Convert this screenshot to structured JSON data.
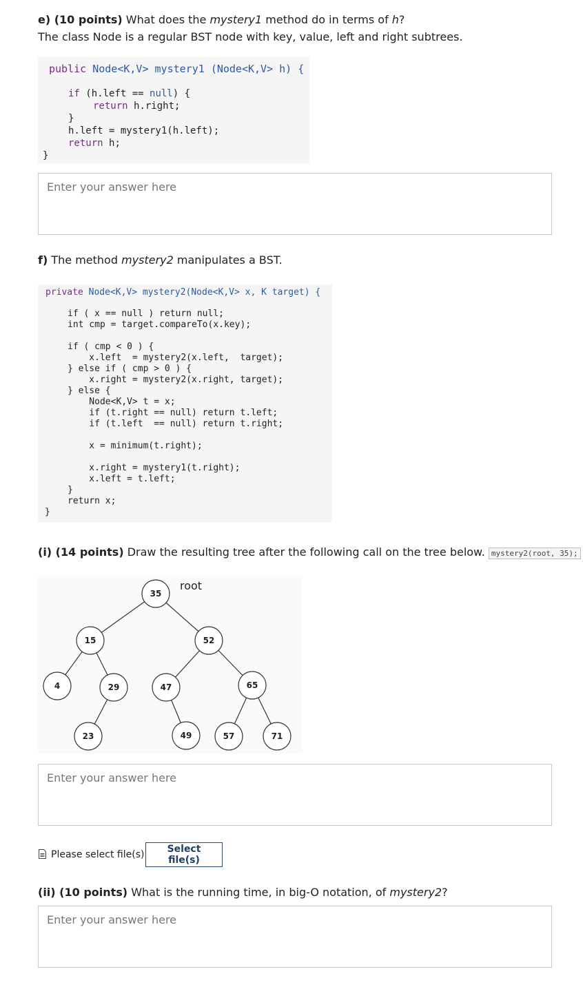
{
  "qe": {
    "label": "e) (10 points)",
    "text_before": " What does the ",
    "method": "mystery1",
    "text_after": " method do in terms of ",
    "var": "h",
    "q": "?",
    "desc": "The class Node is a regular BST node with key, value, left and right subtrees.",
    "code": {
      "sig_pub": "public ",
      "sig_type": "Node<K,V> ",
      "sig_name": "mystery1 ",
      "sig_param": "(Node<K,V> h) {",
      "l1a": "if ",
      "l1b": "(h.left == ",
      "l1c": "null",
      "l1d": ") {",
      "l2a": "return ",
      "l2b": "h.right;",
      "l3": "}",
      "l4": "h.left = mystery1(h.left);",
      "l5a": "return ",
      "l5b": "h;",
      "close": "}"
    },
    "answer_placeholder": "Enter your answer here"
  },
  "qf": {
    "label": "f)",
    "text_before": " The method ",
    "method": "mystery2",
    "text_after": " manipulates a BST.",
    "code": {
      "sig_pub": "private ",
      "sig_type": "Node<K,V> ",
      "sig_name": "mystery2",
      "sig_param": "(Node<K,V> x, K target) {",
      "l1": "if ( x == null ) return null;",
      "l2": "int cmp = target.compareTo(x.key);",
      "l3": "if ( cmp < 0 ) {",
      "l4": "    x.left  = mystery2(x.left,  target);",
      "l5": "} else if ( cmp > 0 ) {",
      "l6": "    x.right = mystery2(x.right, target);",
      "l7": "} else {",
      "l8": "    Node<K,V> t = x;",
      "l9": "    if (t.right == null) return t.left;",
      "l10": "    if (t.left  == null) return t.right;",
      "l11": "    x = minimum(t.right);",
      "l12": "    x.right = mystery1(t.right);",
      "l13": "    x.left = t.left;",
      "l14": "}",
      "l15": "return x;",
      "close": "}"
    },
    "part_i": {
      "label": "(i) (14 points)",
      "text": " Draw the resulting tree after the following call on the tree below. ",
      "call": "mystery2(root, 35);"
    },
    "tree": {
      "root_label": "root",
      "nodes": [
        "35",
        "15",
        "52",
        "4",
        "29",
        "47",
        "65",
        "23",
        "49",
        "57",
        "71"
      ]
    },
    "answer_i_placeholder": "Enter your answer here",
    "file_label": "Please select file(s)",
    "file_button": "Select file(s)",
    "part_ii": {
      "label": "(ii) (10 points)",
      "text": " What is the running time, in big-O notation, of ",
      "method": "mystery2",
      "q": "?"
    },
    "answer_ii_placeholder": "Enter your answer here"
  }
}
